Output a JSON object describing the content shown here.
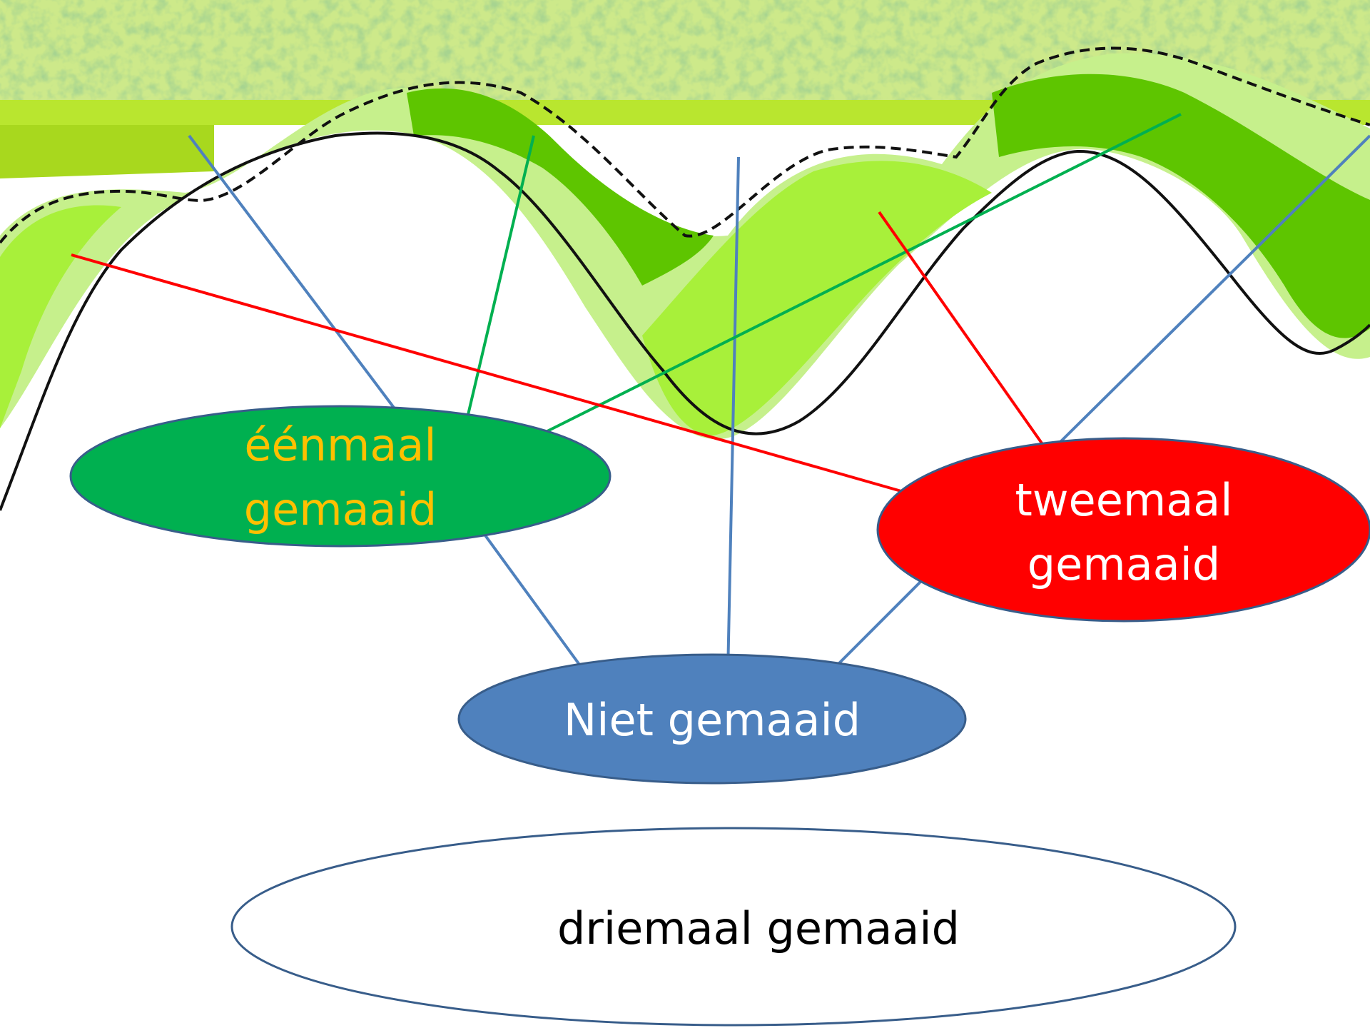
{
  "diagram": {
    "labels": {
      "eenmaal": {
        "line1": "éénmaal",
        "line2": "gemaaid"
      },
      "tweemaal": {
        "line1": "tweemaal",
        "line2": "gemaaid"
      },
      "niet": "Niet gemaaid",
      "driemaal": "driemaal gemaaid"
    },
    "colors": {
      "eenmaal_fill": "#00b050",
      "eenmaal_text": "#ffc000",
      "tweemaal_fill": "#ff0000",
      "niet_fill": "#4f81bd",
      "driemaal_fill": "#ffffff",
      "ellipse_stroke": "#385d8a",
      "line_green": "#00b050",
      "line_red": "#ff0000",
      "line_blue": "#4f81bd",
      "meadow_light": "#cde98a",
      "zone_lime": "#a8f03a",
      "zone_green": "#5ec500",
      "zone_pale": "#c6f08c"
    }
  }
}
